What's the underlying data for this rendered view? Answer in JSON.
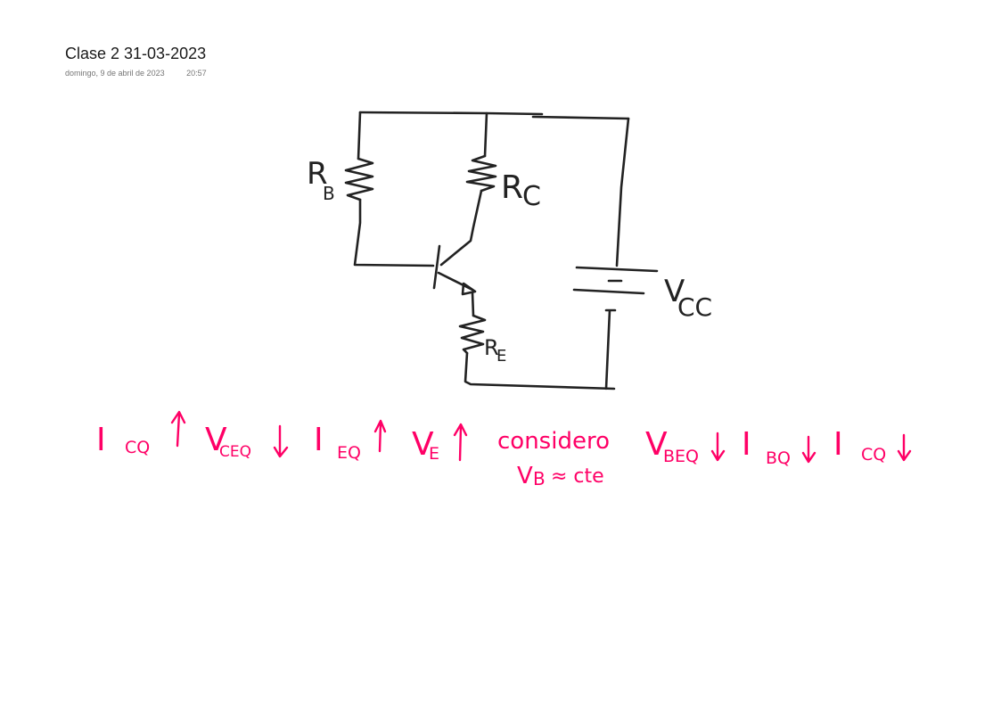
{
  "page": {
    "title": "Clase 2 31-03-2023",
    "date": "domingo, 9 de abril de 2023",
    "time": "20:57"
  },
  "ink_colors": {
    "circuit": "#222222",
    "annotation": "#ff0066"
  },
  "circuit": {
    "labels": {
      "rb": {
        "main": "R",
        "sub": "B"
      },
      "rc": {
        "main": "R",
        "sub": "C"
      },
      "re": {
        "main": "R",
        "sub": "E"
      },
      "vcc": {
        "main": "V",
        "sub": "CC"
      }
    }
  },
  "annotations": {
    "icq1": {
      "main": "I",
      "sub": "CQ"
    },
    "vceq": {
      "main": "V",
      "sub": "CEQ"
    },
    "ieq": {
      "main": "I",
      "sub": "EQ"
    },
    "ve": {
      "main": "V",
      "sub": "E"
    },
    "considero": "considero",
    "vb_cte": {
      "main": "V",
      "sub": "B",
      "rest": "≈ cte"
    },
    "vbeq": {
      "main": "V",
      "sub": "BEQ"
    },
    "ibq": {
      "main": "I",
      "sub": "BQ"
    },
    "icq2": {
      "main": "I",
      "sub": "CQ"
    }
  }
}
